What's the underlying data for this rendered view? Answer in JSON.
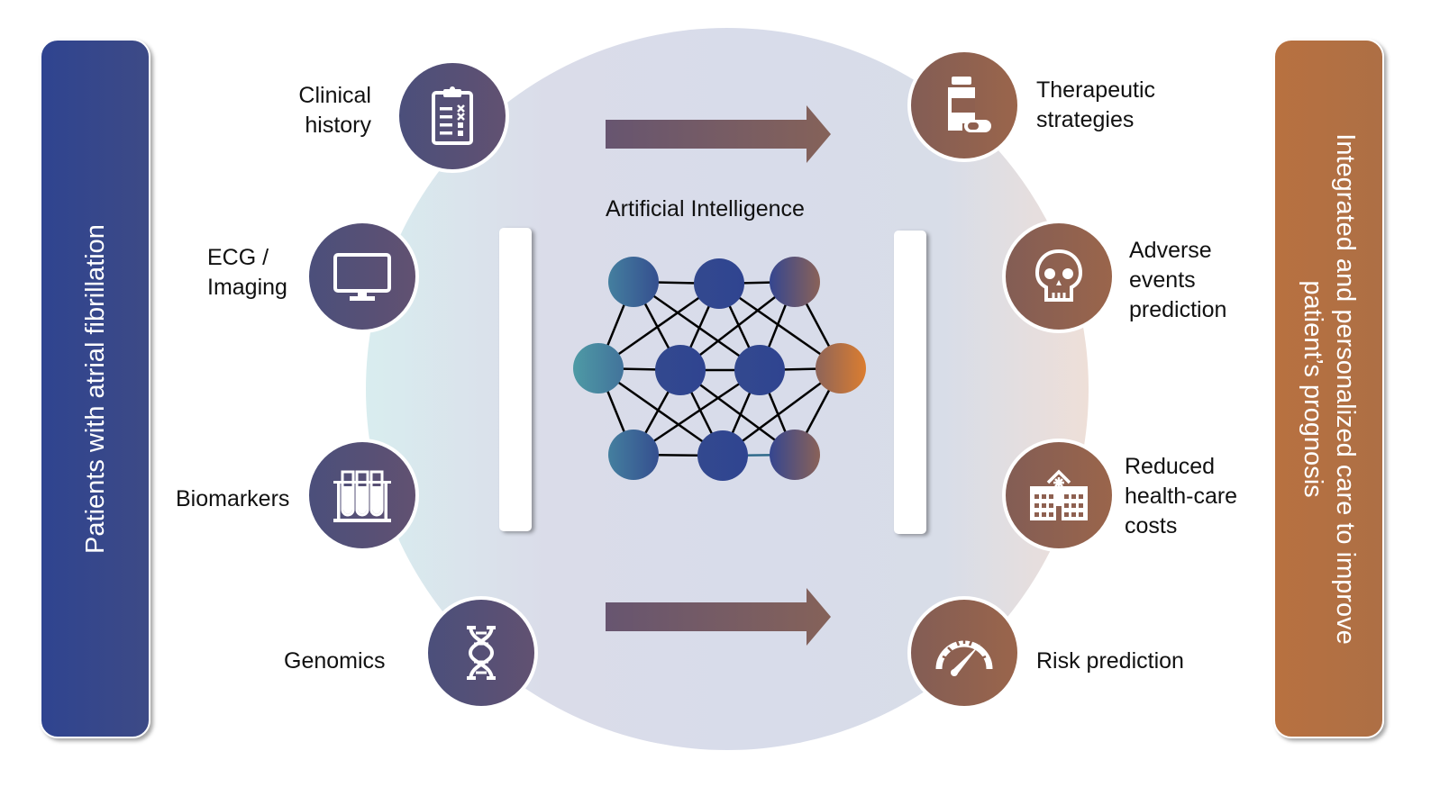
{
  "left_panel": {
    "label": "Patients with atrial fibrillation",
    "color": "#2f4490"
  },
  "right_panel": {
    "label_line1": "Integrated and personalized care to improve",
    "label_line2": "patient’s prognosis",
    "color": "#b87140"
  },
  "center": {
    "title": "Artificial Intelligence",
    "network": {
      "layers": [
        {
          "name": "input",
          "nodes": 3
        },
        {
          "name": "hidden-1",
          "nodes": 4
        },
        {
          "name": "hidden-2",
          "nodes": 3
        }
      ],
      "node_colors": {
        "teal": "#4a95a3",
        "blue": "#2f4490",
        "mauve": "#7b5e73",
        "orange": "#d57c35"
      }
    }
  },
  "inputs": [
    {
      "line1": "Clinical",
      "line2": "history",
      "icon": "clipboard-icon"
    },
    {
      "line1": "ECG /",
      "line2": "Imaging",
      "icon": "monitor-icon"
    },
    {
      "line1": "Biomarkers",
      "line2": "",
      "icon": "test-tubes-icon"
    },
    {
      "line1": "Genomics",
      "line2": "",
      "icon": "dna-icon"
    }
  ],
  "outputs": [
    {
      "line1": "Therapeutic",
      "line2": "strategies",
      "line3": "",
      "icon": "medicine-bottle-icon"
    },
    {
      "line1": "Adverse",
      "line2": "events",
      "line3": "prediction",
      "icon": "skull-icon"
    },
    {
      "line1": "Reduced",
      "line2": "health-care",
      "line3": "costs",
      "icon": "hospital-icon"
    },
    {
      "line1": "Risk prediction",
      "line2": "",
      "line3": "",
      "icon": "speedometer-icon"
    }
  ],
  "colors": {
    "input_circle": "#545078",
    "output_circle": "#8e6050",
    "arrow": "#735a66"
  }
}
